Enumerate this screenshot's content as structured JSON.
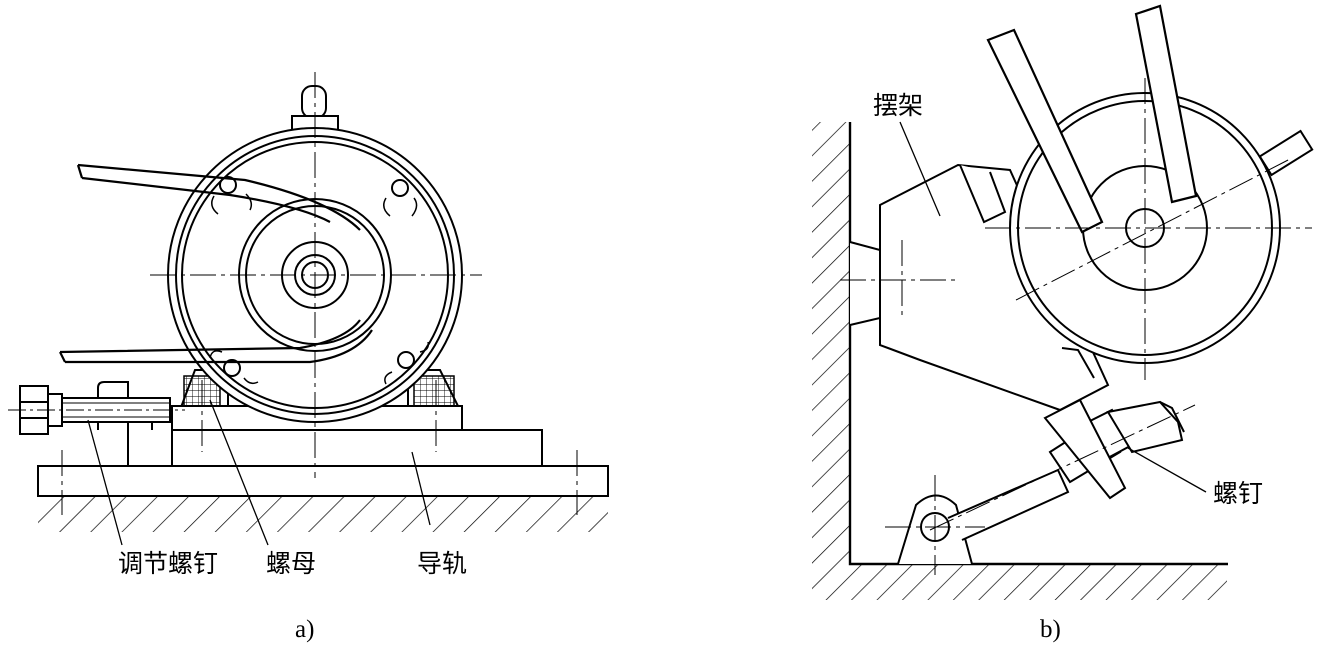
{
  "figure_a": {
    "caption": "a)",
    "labels": {
      "adjust_screw": "调节螺钉",
      "nut": "螺母",
      "guide_rail": "导轨"
    }
  },
  "figure_b": {
    "caption": "b)",
    "labels": {
      "swing_frame": "摆架",
      "screw": "螺钉"
    }
  }
}
